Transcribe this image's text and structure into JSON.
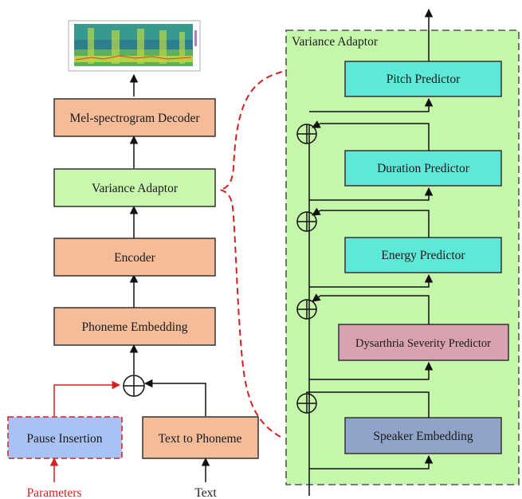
{
  "left": {
    "decoder": "Mel-spectrogram Decoder",
    "variance_adaptor": "Variance Adaptor",
    "encoder": "Encoder",
    "phoneme_embedding": "Phoneme Embedding",
    "pause_insertion": "Pause Insertion",
    "text_to_phoneme": "Text to Phoneme",
    "parameters": "Parameters",
    "text": "Text"
  },
  "right": {
    "title": "Variance Adaptor",
    "pitch_predictor": "Pitch Predictor",
    "duration_predictor": "Duration Predictor",
    "energy_predictor": "Energy Predictor",
    "dysarthria_predictor": "Dysarthria Severity Predictor",
    "speaker_embedding": "Speaker Embedding"
  },
  "colors": {
    "orange_box": "#f4bc98",
    "green_box": "#c9f7ad",
    "cyan_box": "#5ee8d8",
    "pink_box": "#d8a2b0",
    "slate_box": "#8fa4c8",
    "blue_box": "#a9c2f4",
    "panel_bg": "#c4f7aa",
    "red": "#d42020"
  },
  "icons": [
    "spectrogram-image",
    "sum-node-icon"
  ]
}
